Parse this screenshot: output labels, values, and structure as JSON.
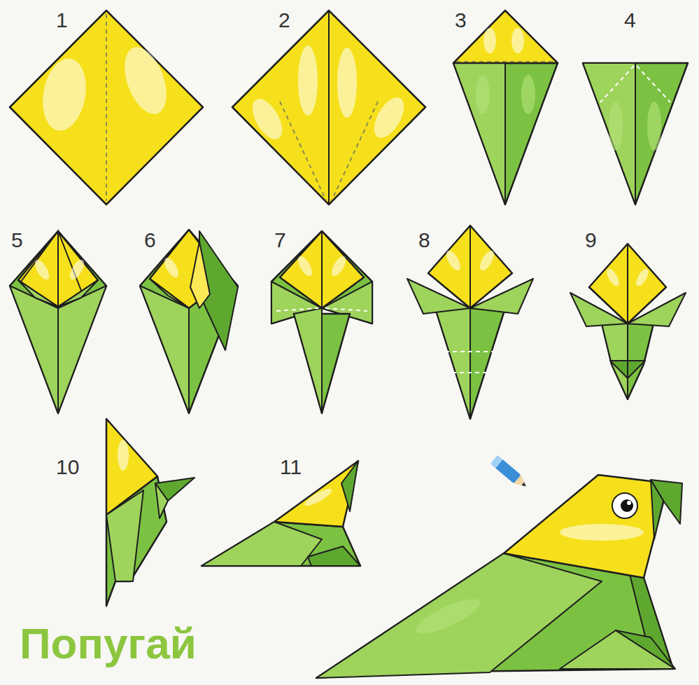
{
  "diagram": {
    "title": "Попугай",
    "labels": [
      "1",
      "2",
      "3",
      "4",
      "5",
      "6",
      "7",
      "8",
      "9",
      "10",
      "11"
    ]
  }
}
